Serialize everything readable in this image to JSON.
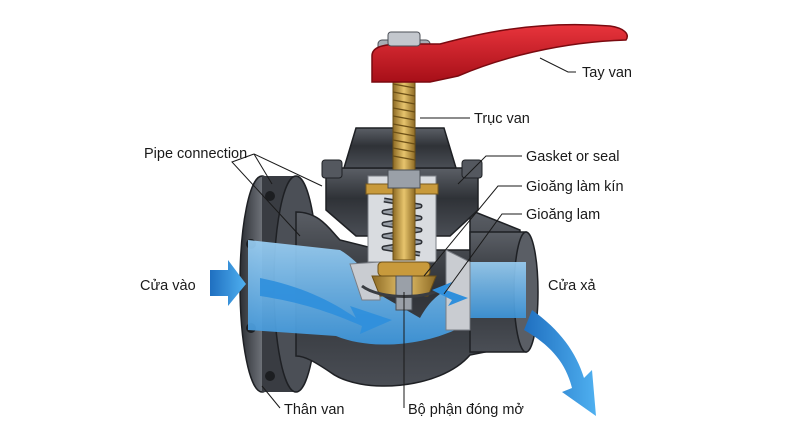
{
  "labels": {
    "handle": "Tay van",
    "stem": "Trục van",
    "pipe_connection": "Pipe connection",
    "gasket": "Gasket or seal",
    "seal_gasket": "Gioăng làm kín",
    "gasket_lam": "Gioăng lam",
    "inlet": "Cửa vào",
    "outlet": "Cửa xả",
    "body": "Thân van",
    "closing_element": "Bộ phận đóng mở"
  },
  "colors": {
    "handle": "#c8141e",
    "body_metal": "#3a3d42",
    "body_light": "#6f737a",
    "cut_face": "#c9ccd1",
    "flow": "#2f8fdc",
    "brass": "#c89a3c",
    "inner_water": "#6ab6ee"
  }
}
